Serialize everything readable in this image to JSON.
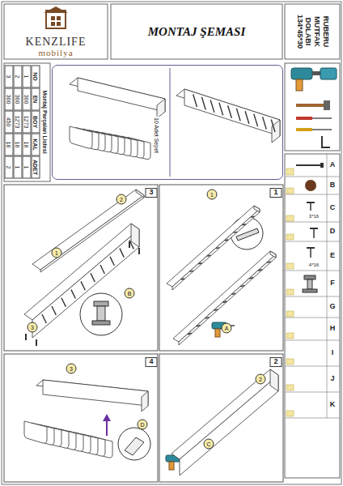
{
  "diagram": {
    "title": "MONTAJ ŞEMASI",
    "nodes": [
      {
        "text": [
          "KENZLIFE",
          "mobilya"
        ]
      },
      {
        "text": [
          "RUBERU MUTFAK DOLABI 134*45*30"
        ]
      },
      {
        "text": [
          "10 Adet Sepet"
        ]
      },
      {
        "text": [
          "3"
        ]
      },
      {
        "text": [
          "1"
        ]
      },
      {
        "text": [
          "4"
        ]
      },
      {
        "text": [
          "2"
        ]
      }
    ],
    "labels": [
      "Montaj Parçaları Listesi",
      "NO",
      "EN",
      "BOY",
      "KAL",
      "ADET",
      "1",
      "300",
      "1273",
      "18",
      "1",
      "2",
      "300",
      "1273",
      "18",
      "1",
      "3",
      "300",
      "450",
      "18",
      "2",
      "A",
      "B",
      "C",
      "D",
      "E",
      "F",
      "G",
      "H",
      "I",
      "J",
      "K",
      "3*16",
      "4*16",
      "1",
      "A",
      "2",
      "1",
      "3",
      "B",
      "2",
      "C",
      "3",
      "D"
    ]
  }
}
